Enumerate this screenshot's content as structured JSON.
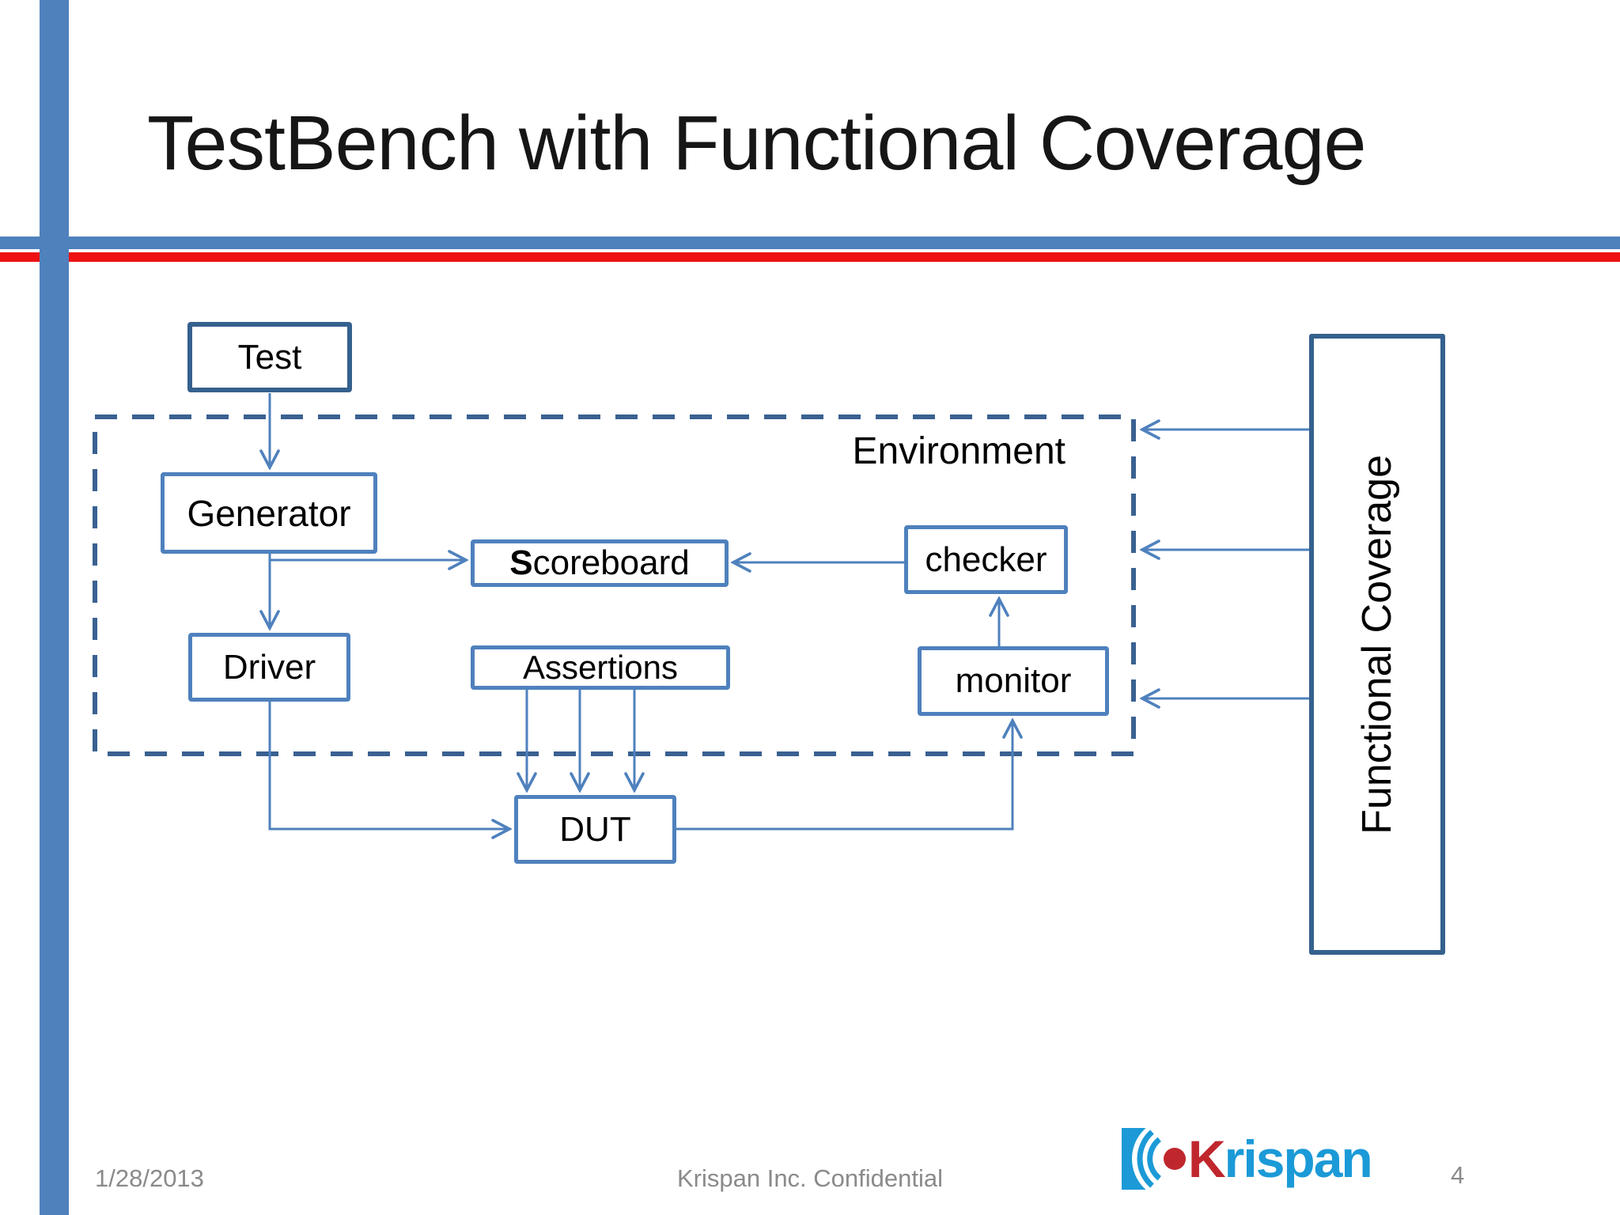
{
  "slide": {
    "title": "TestBench with Functional Coverage"
  },
  "diagram": {
    "environment_label": "Environment",
    "nodes": {
      "test": "Test",
      "generator": "Generator",
      "driver": "Driver",
      "scoreboard_initial": "S",
      "scoreboard_rest": "coreboard",
      "assertions": "Assertions",
      "checker": "checker",
      "monitor": "monitor",
      "dut": "DUT",
      "functional_coverage": "Functional Coverage"
    },
    "connections": [
      {
        "from": "Test",
        "to": "Generator"
      },
      {
        "from": "Generator",
        "to": "Driver"
      },
      {
        "from": "Generator",
        "to": "Scoreboard"
      },
      {
        "from": "checker",
        "to": "Scoreboard"
      },
      {
        "from": "monitor",
        "to": "checker"
      },
      {
        "from": "Driver",
        "to": "DUT"
      },
      {
        "from": "Assertions",
        "to": "DUT",
        "count": 3
      },
      {
        "from": "DUT",
        "to": "monitor"
      },
      {
        "from": "Functional Coverage",
        "to": "Environment",
        "count": 3
      }
    ]
  },
  "footer": {
    "date": "1/28/2013",
    "confidential": "Krispan Inc. Confidential",
    "logo_initial": "K",
    "logo_rest": "rispan",
    "page_number": "4"
  },
  "colors": {
    "accent_blue": "#4f81bd",
    "dark_box_blue": "#35618e",
    "dashed_border_blue": "#3a6191",
    "red_stripe": "#ee1111",
    "logo_blue": "#1b9ad7",
    "logo_red": "#c0272d",
    "footer_grey": "#8a8a8a"
  }
}
